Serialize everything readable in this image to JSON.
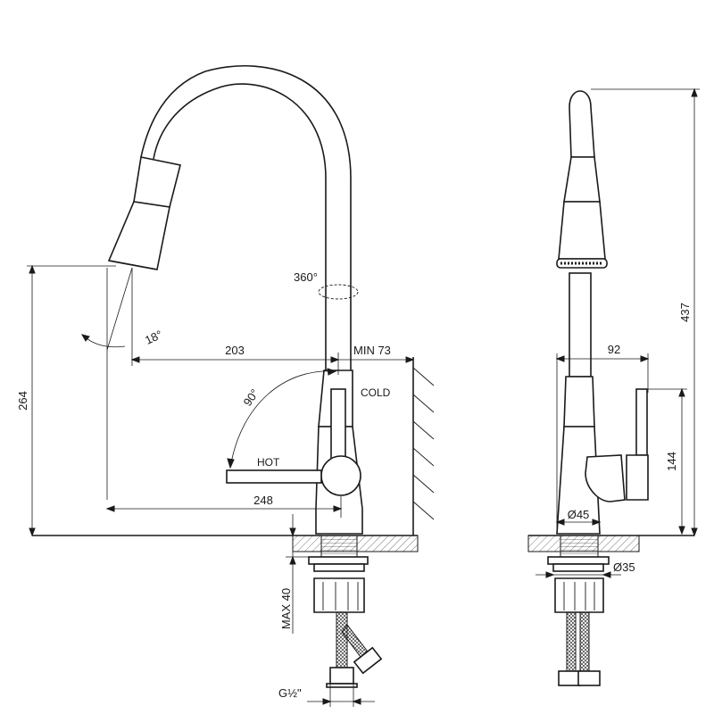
{
  "dimensions": {
    "height_total": "264",
    "reach": "203",
    "min_clearance": "MIN 73",
    "spout_angle": "18°",
    "swivel": "360°",
    "lever_angle": "90°",
    "cold": "COLD",
    "hot": "HOT",
    "lever_reach": "248",
    "max_thickness": "MAX 40",
    "thread": "G½\"",
    "side_depth": "92",
    "side_height": "437",
    "lever_height": "144",
    "base_diameter": "Ø45",
    "mount_diameter": "Ø35"
  }
}
